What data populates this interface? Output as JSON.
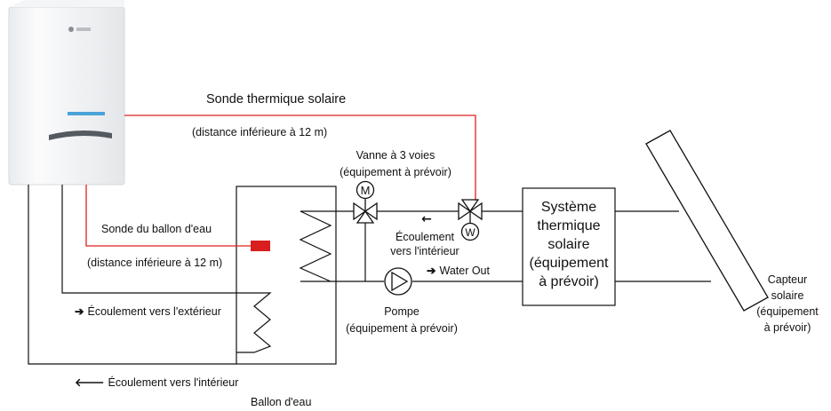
{
  "labels": {
    "solar_sensor_title": "Sonde thermique solaire",
    "solar_sensor_distance": "(distance inférieure à 12 m)",
    "tank_sensor_title": "Sonde du ballon d'eau",
    "tank_sensor_distance": "(distance inférieure à 12 m)",
    "valve_line1": "Vanne à 3 voies",
    "valve_line2": "(équipement à prévoir)",
    "flow_in_valve_line1": "Écoulement",
    "flow_in_valve_line2": "vers l'intérieur",
    "water_out": "Water Out",
    "pump_line1": "Pompe",
    "pump_line2": "(équipement à prévoir)",
    "flow_out": "Écoulement vers l'extérieur",
    "flow_in": "Écoulement vers l'intérieur",
    "tank": "Ballon d'eau",
    "system_lines": [
      "Système",
      "thermique",
      "solaire",
      "(équipement",
      "à prévoir)"
    ],
    "collector_lines": [
      "Capteur",
      "solaire",
      "(équipement",
      "à prévoir)"
    ]
  },
  "symbols": {
    "motor_letter": "M",
    "check_letter": "W",
    "arrow_right": "➔",
    "arrow_left": "🡐",
    "arrow_left_small": "←"
  },
  "colors": {
    "sensor_line": "#e02020",
    "sensor_block": "#d81e1e",
    "pipe": "#111111"
  }
}
